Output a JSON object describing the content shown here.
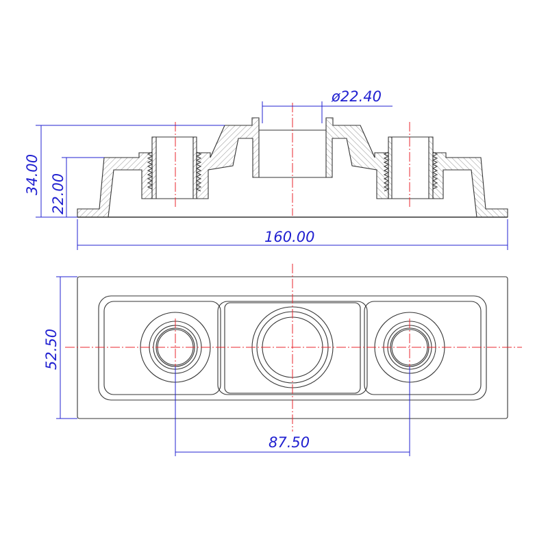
{
  "drawing": {
    "section_view": {
      "dimensions": {
        "overall_height": "34.00",
        "boss_height": "22.00",
        "overall_length": "160.00",
        "center_bore_diameter": "ø22.40"
      }
    },
    "plan_view": {
      "dimensions": {
        "width": "52.50",
        "boss_spacing": "87.50"
      }
    },
    "colors": {
      "outline": "#333333",
      "centerline": "#e8262c",
      "dimension": "#2020d0"
    }
  }
}
